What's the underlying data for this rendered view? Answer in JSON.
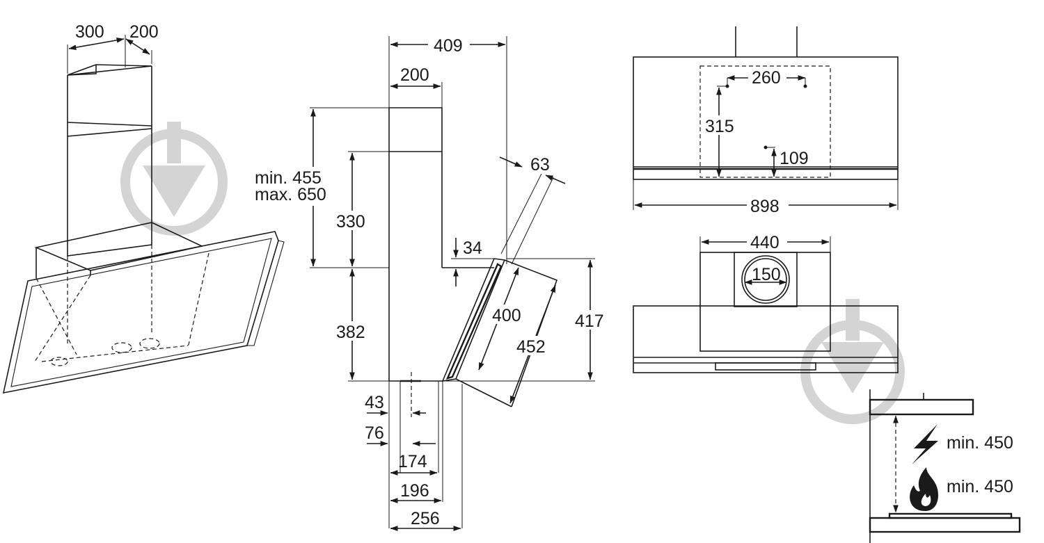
{
  "perspective_view": {
    "dim_width": "300",
    "dim_depth": "200"
  },
  "side_view": {
    "dim_total_depth": "409",
    "dim_chimney_depth": "200",
    "dim_chimney_height_min": "min. 455",
    "dim_chimney_height_max": "max. 650",
    "dim_upper_chimney": "330",
    "dim_lower_body": "382",
    "dim_glass_thickness": "63",
    "dim_step": "34",
    "dim_glass_inner": "400",
    "dim_glass_outer": "452",
    "dim_total_height": "417",
    "dim_bottom_43": "43",
    "dim_bottom_76": "76",
    "dim_bottom_174": "174",
    "dim_bottom_196": "196",
    "dim_bottom_256": "256"
  },
  "back_view": {
    "dim_hole_spacing": "260",
    "dim_hole_height": "315",
    "dim_lower_hole": "109",
    "dim_total_width": "898"
  },
  "top_view": {
    "dim_chimney_width": "440",
    "dim_outlet_diameter": "150"
  },
  "installation": {
    "electric_clearance": "min. 450",
    "gas_clearance": "min. 450",
    "electric_icon": "lightning-icon",
    "gas_icon": "flame-icon"
  },
  "watermark_icon": "download-icon"
}
